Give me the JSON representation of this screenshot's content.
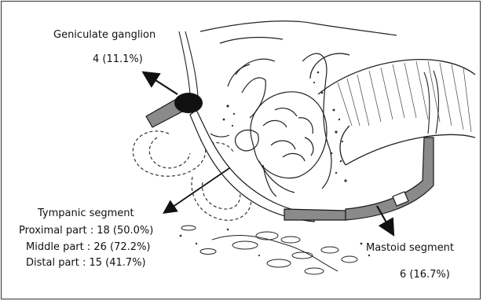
{
  "labels": {
    "geniculate_title": "Geniculate ganglion",
    "geniculate_value": "4 (11.1%)",
    "tympanic_title": "Tympanic segment",
    "tympanic_proximal": "Proximal part : 18 (50.0%)",
    "tympanic_middle": "Middle part : 26 (72.2%)",
    "tympanic_distal": "Distal part : 15 (41.7%)",
    "mastoid_title": "Mastoid segment",
    "mastoid_value": "6 (16.7%)"
  },
  "colors": {
    "nerve_fill": "#8a8a8a",
    "ganglion_fill": "#111111",
    "line": "#1a1a1a"
  }
}
